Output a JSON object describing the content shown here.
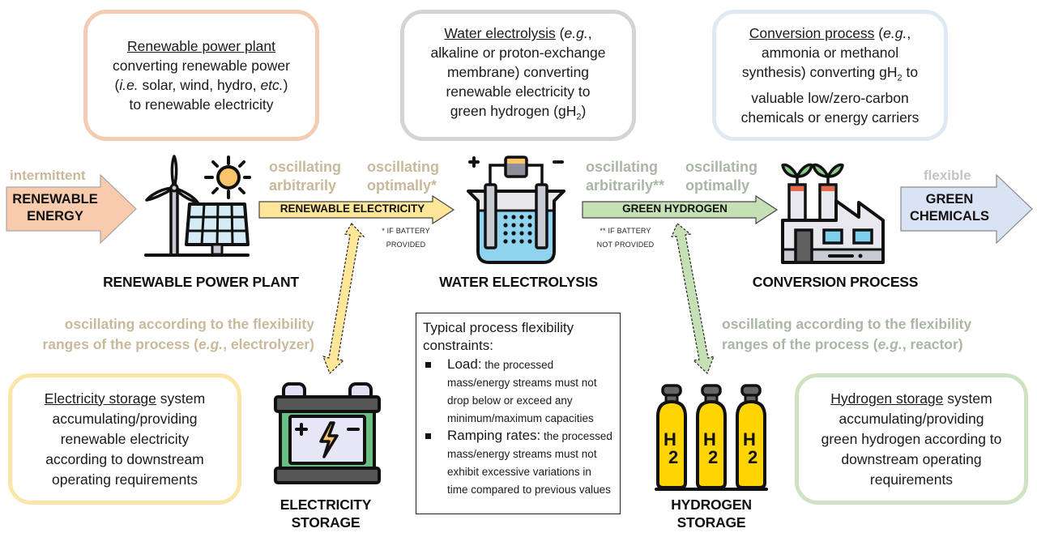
{
  "top_boxes": {
    "plant": {
      "title": "Renewable power plant",
      "line1": "converting renewable power",
      "line2_pre": "(",
      "line2_ie": "i.e.",
      "line2_mid": " solar, wind, hydro, ",
      "line2_etc": "etc.",
      "line2_post": ")",
      "line3": "to renewable electricity"
    },
    "electrolysis": {
      "title": "Water electrolysis",
      "title_suffix_pre": " (",
      "eg": "e.g.",
      "title_suffix_post": ",",
      "line1": "alkaline or proton-exchange",
      "line2": "membrane) converting",
      "line3": "renewable electricity to",
      "line4_pre": "green hydrogen (gH",
      "line4_sub": "2",
      "line4_post": ")"
    },
    "conversion": {
      "title": "Conversion process",
      "title_suffix_pre": " (",
      "eg": "e.g.",
      "title_suffix_post": ",",
      "line1": "ammonia or methanol",
      "line2_pre": "synthesis) converting gH",
      "line2_sub": "2",
      "line2_post": " to",
      "line3": "valuable low/zero-carbon",
      "line4": "chemicals or energy carriers"
    }
  },
  "flows": {
    "renewable_energy": {
      "qualifier": "intermittent",
      "line1": "RENEWABLE",
      "line2": "ENERGY",
      "color": "#f8cbad"
    },
    "renewable_electricity": {
      "label": "RENEWABLE ELECTRICITY",
      "qualifier_left_1": "oscillating",
      "qualifier_left_2": "arbitrarily",
      "qualifier_right_1": "oscillating",
      "qualifier_right_2": "optimally*",
      "footnote_1": "* IF BATTERY",
      "footnote_2": "PROVIDED",
      "color": "#ffe699"
    },
    "green_hydrogen": {
      "label": "GREEN HYDROGEN",
      "qualifier_left_1": "oscillating",
      "qualifier_left_2": "arbitrarily**",
      "qualifier_right_1": "oscillating",
      "qualifier_right_2": "optimally",
      "footnote_1": "** IF BATTERY",
      "footnote_2": "NOT PROVIDED",
      "color": "#c5e0b4"
    },
    "green_chemicals": {
      "qualifier": "flexible",
      "line1": "GREEN",
      "line2": "CHEMICALS",
      "color": "#dae3f3"
    }
  },
  "processes": {
    "plant": {
      "title": "RENEWABLE POWER PLANT",
      "icon": "wind-solar-icon"
    },
    "electrolysis": {
      "title": "WATER ELECTROLYSIS",
      "icon": "electrolyzer-icon"
    },
    "conversion": {
      "title": "CONVERSION PROCESS",
      "icon": "factory-icon"
    },
    "electricity_storage": {
      "title_1": "ELECTRICITY",
      "title_2": "STORAGE",
      "icon": "battery-icon"
    },
    "hydrogen_storage": {
      "title_1": "HYDROGEN",
      "title_2": "STORAGE",
      "icon": "hydrogen-cylinders-icon",
      "cylinder_label": "H",
      "cylinder_sub": "2"
    }
  },
  "storage_notes": {
    "electricity": {
      "line1": "oscillating according to the flexibility",
      "line2_pre": "ranges of the process (",
      "eg": "e.g.",
      "line2_post": ", electrolyzer)"
    },
    "hydrogen": {
      "line1": "oscillating according to the flexibility",
      "line2_pre": "ranges of the process (",
      "eg": "e.g.",
      "line2_post": ", reactor)"
    }
  },
  "bottom_boxes": {
    "electricity": {
      "title": "Electricity storage",
      "title_suffix": " system",
      "line1": "accumulating/providing",
      "line2": "renewable electricity",
      "line3": "according to downstream",
      "line4": "operating requirements"
    },
    "hydrogen": {
      "title": "Hydrogen storage",
      "title_suffix": " system",
      "line1": "accumulating/providing",
      "line2": "green hydrogen according to",
      "line3": "downstream operating",
      "line4": "requirements"
    }
  },
  "constraints": {
    "heading_1": "Typical process flexibility",
    "heading_2": "constraints:",
    "items": [
      {
        "term": "Load:",
        "text": " the processed mass/energy streams must not drop below or exceed any minimum/maximum  capacities"
      },
      {
        "term": "Ramping rates:",
        "text": " the processed mass/energy streams must not exhibit excessive variations in time compared to previous values"
      }
    ]
  },
  "colors": {
    "plant_border": "#f4cbb3",
    "electrolysis_border": "#d4d4d4",
    "conversion_border": "#dfe9f4",
    "electricity_storage_border": "#fbe5a8",
    "hydrogen_storage_border": "#cfe3c2",
    "tan_text": "#c9b99b",
    "sage_text": "#aab6a6"
  }
}
